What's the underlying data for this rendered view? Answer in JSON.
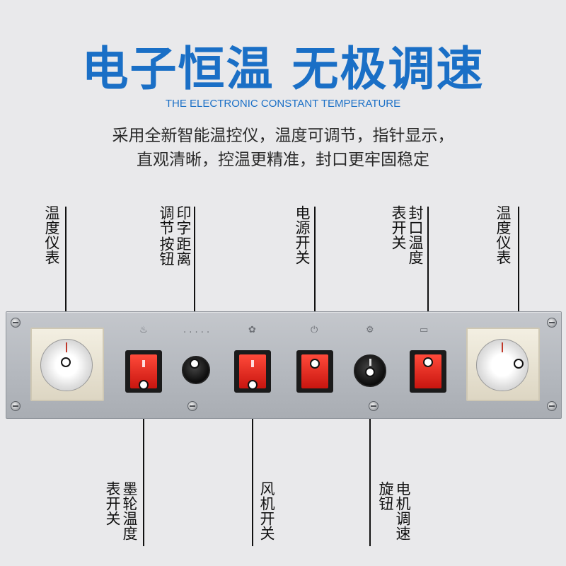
{
  "header": {
    "title": "电子恒温  无极调速",
    "subtitle": "THE ELECTRONIC CONSTANT TEMPERATURE",
    "desc_line1": "采用全新智能温控仪，温度可调节，指针显示，",
    "desc_line2": "直观清晰，控温更精准，封口更牢固稳定"
  },
  "colors": {
    "accent": "#1a6fc6",
    "switch_red": "#e3241b"
  },
  "labels": {
    "top_left_gauge": "温度仪表",
    "print_distance_l1": "调节",
    "print_distance_l2": "按钮",
    "print_distance_r1": "印字",
    "print_distance_r2": "距离",
    "power_switch": "电源开关",
    "seal_temp_l": "表开关",
    "seal_temp_r": "封口温度",
    "top_right_gauge": "温度仪表",
    "ink_wheel_l": "表开关",
    "ink_wheel_r": "墨轮温度",
    "fan_switch": "风机开关",
    "knob_l": "旋钮",
    "knob_r": "电机调速"
  }
}
